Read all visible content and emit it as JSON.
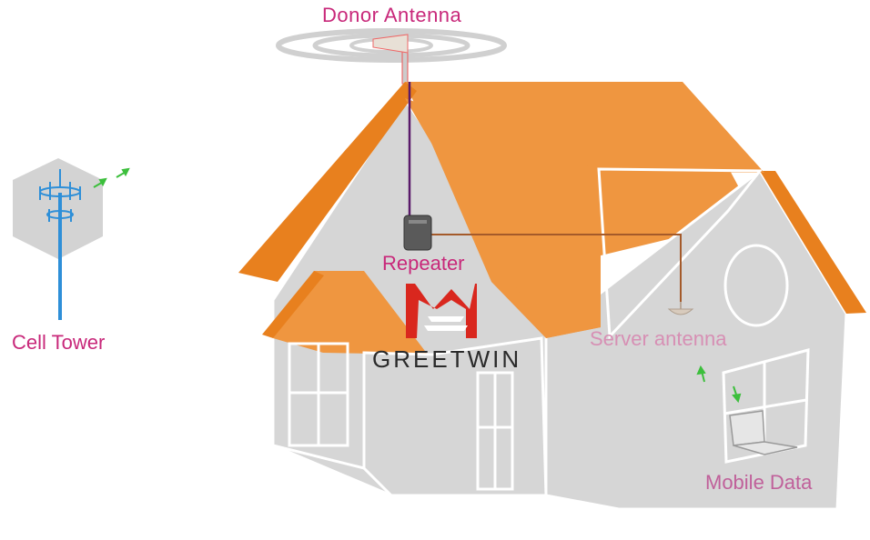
{
  "labels": {
    "donor_antenna": "Donor  Antenna",
    "repeater": "Repeater",
    "server_antenna": "Server antenna",
    "mobile_data": "Mobile Data",
    "cell_tower": "Cell Tower"
  },
  "brand": {
    "name": "GREETWIN",
    "logo_color": "#d9271e"
  },
  "colors": {
    "roof": "#ef9640",
    "roof_dark": "#e87f1d",
    "wall": "#d9d9d9",
    "label_pink": "#c8287a",
    "signal_arrow": "#3cbf3c",
    "cable_purple": "#5a1a6a",
    "cable_brown": "#a45a2a",
    "tower_blue": "#2e8fd8"
  }
}
